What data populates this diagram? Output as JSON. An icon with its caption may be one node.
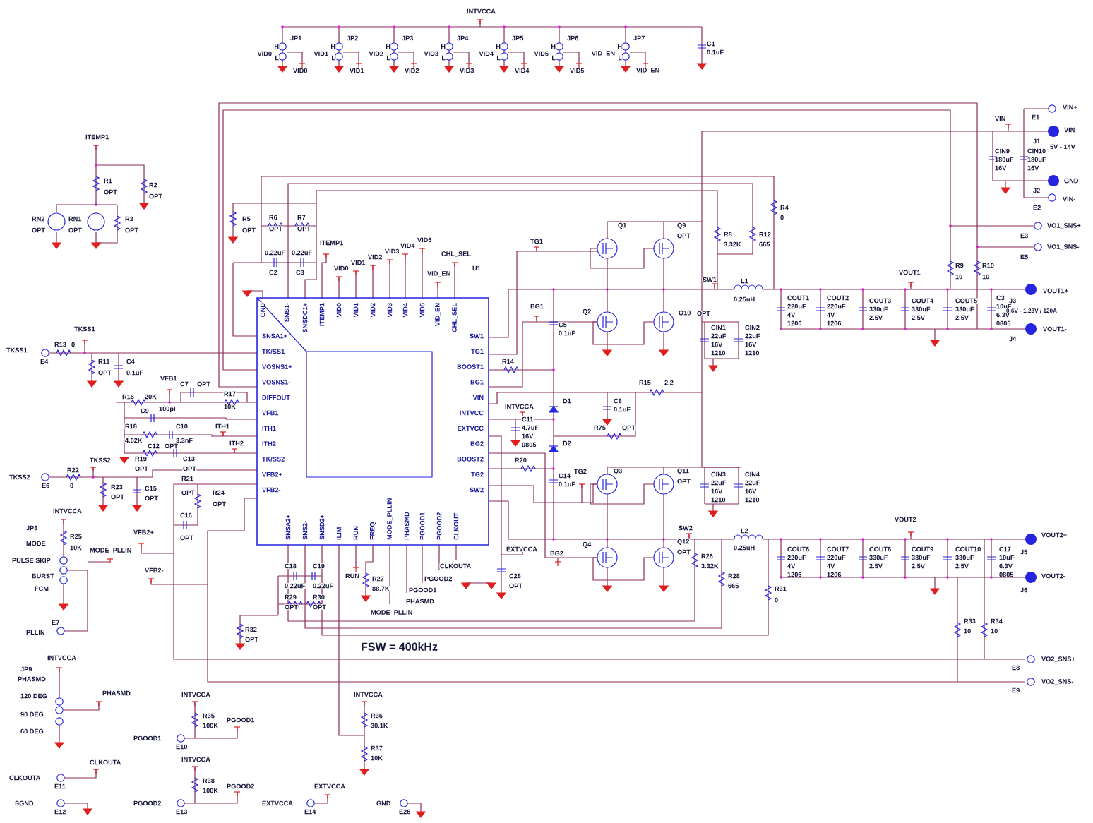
{
  "diagram": {
    "nodes": [
      {
        "text": [
          "SNSA1+",
          "TK/SS1",
          "VOSNS1+",
          "VOSNS1-",
          "DIFFOUT",
          "VFB1",
          "ITH1",
          "ITH2",
          "TK/SS2",
          "VFB2+",
          "VFB2-",
          "SW1",
          "TG1",
          "BOOST1",
          "BG1",
          "VIN",
          "INTVCC",
          "EXTVCC",
          "BG2",
          "BOOST2",
          "TG2",
          "SW2",
          "GND",
          "SNS1-",
          "SNSDC1+",
          "ITEMP1",
          "VID0",
          "VID1",
          "VID2",
          "VID3",
          "VID4",
          "VID5",
          "VID_EN",
          "CHL_SEL",
          "SNSA2+",
          "SNS2-",
          "SNSD2+",
          "ILIM",
          "RUN",
          "FREQ",
          "MODE_PLLIN",
          "PHASMD",
          "PGOOD1",
          "PGOOD2",
          "CLKOUT"
        ]
      }
    ],
    "labels": [
      "INTVCCA",
      "JP1",
      "VID0",
      "H",
      "L",
      "VID0",
      "JP2",
      "VID1",
      "H",
      "L",
      "VID1",
      "JP3",
      "VID2",
      "H",
      "L",
      "VID2",
      "JP4",
      "VID3",
      "H",
      "L",
      "VID3",
      "JP5",
      "VID4",
      "H",
      "L",
      "VID4",
      "JP6",
      "VID5",
      "H",
      "L",
      "VID5",
      "JP7",
      "VID_EN",
      "H",
      "L",
      "VID_EN",
      "C1",
      "0.1uF",
      "ITEMP1",
      "R1",
      "OPT",
      "R2",
      "OPT",
      "RN2",
      "OPT",
      "RN1",
      "OPT",
      "R3",
      "OPT",
      "R5",
      "OPT",
      "R6",
      "OPT",
      "R7",
      "OPT",
      "0.22uF",
      "C2",
      "0.22uF",
      "C3",
      "ITEMP1",
      "VID0",
      "VID1",
      "VID2",
      "VID3",
      "VID4",
      "VID5",
      "VID_EN",
      "CHL_SEL",
      "U1",
      "TKSS1",
      "TKSS1",
      "E4",
      "R13",
      "0",
      "R11",
      "OPT",
      "C4",
      "0.1uF",
      "VFB1",
      "R16",
      "20K",
      "C7",
      "OPT",
      "R17",
      "10K",
      "C9",
      "100pF",
      "R18",
      "4.02K",
      "C10",
      "3.3nF",
      "ITH1",
      "C12",
      "OPT",
      "ITH2",
      "R19",
      "OPT",
      "C13",
      "OPT",
      "TKSS2",
      "TKSS2",
      "E6",
      "R22",
      "0",
      "R23",
      "OPT",
      "C15",
      "OPT",
      "R21",
      "OPT",
      "R24",
      "OPT",
      "C16",
      "OPT",
      "VFB2+",
      "VFB2-",
      "INTVCCA",
      "JP8",
      "MODE",
      "R25",
      "10K",
      "PULSE SKIP",
      "BURST",
      "FCM",
      "MODE_PLLIN",
      "E7",
      "PLLIN",
      "INTVCCA",
      "JP9",
      "PHASMD",
      "120 DEG",
      "PHASMD",
      "90 DEG",
      "60 DEG",
      "CLKOUTA",
      "CLKOUTA",
      "E11",
      "SGND",
      "E12",
      "INTVCCA",
      "R35",
      "100K",
      "PGOOD1",
      "PGOOD1",
      "E10",
      "INTVCCA",
      "R38",
      "100K",
      "PGOOD2",
      "PGOOD2",
      "E13",
      "EXTVCCA",
      "EXTVCCA",
      "E14",
      "GND",
      "E26",
      "INTVCCA",
      "R36",
      "30.1K",
      "R37",
      "10K",
      "C18",
      "0.22uF",
      "C19",
      "0.22uF",
      "R29",
      "OPT",
      "R30",
      "OPT",
      "RUN",
      "R27",
      "88.7K",
      "PHASMD",
      "MODE_PLLIN",
      "PGOOD1",
      "PGOOD2",
      "CLKOUTA",
      "R32",
      "OPT",
      "FSW = 400kHz",
      "EXTVCCA",
      "C28",
      "OPT",
      "TG1",
      "BG1",
      "R14",
      "C5",
      "0.1uF",
      "INTVCCA",
      "D1",
      "C11",
      "4.7uF",
      "16V",
      "0805",
      "R15",
      "2.2",
      "C8",
      "0.1uF",
      "R75",
      "OPT",
      "R20",
      "D2",
      "C14",
      "0.1uF",
      "TG2",
      "BG2",
      "Q1",
      "Q9",
      "OPT",
      "Q2",
      "Q10",
      "OPT",
      "Q3",
      "Q11",
      "OPT",
      "Q4",
      "Q12",
      "OPT",
      "R8",
      "3.32K",
      "R12",
      "665",
      "R4",
      "0",
      "SW1",
      "L1",
      "0.25uH",
      "CIN1",
      "22uF",
      "16V",
      "1210",
      "CIN2",
      "22uF",
      "16V",
      "1210",
      "COUT1",
      "220uF",
      "4V",
      "1206",
      "COUT2",
      "220uF",
      "4V",
      "1206",
      "COUT3",
      "330uF",
      "2.5V",
      "COUT4",
      "330uF",
      "2.5V",
      "COUT5",
      "330uF",
      "2.5V",
      "C3",
      "10uF",
      "6.3V",
      "0805",
      "VOUT1",
      "R9",
      "10",
      "R10",
      "10",
      "VIN",
      "E1",
      "VIN+",
      "J1",
      "VIN",
      "5V - 14V",
      "CIN9",
      "180uF",
      "16V",
      "CIN10",
      "180uF",
      "16V",
      "GND",
      "J2",
      "VIN-",
      "E2",
      "E3",
      "VO1_SNS+",
      "E5",
      "VO1_SNS-",
      "J3",
      "VOUT1+",
      "0.6V - 1.23V / 120A",
      "J4",
      "VOUT1-",
      "CIN3",
      "22uF",
      "16V",
      "1210",
      "CIN4",
      "22uF",
      "16V",
      "1210",
      "SW2",
      "L2",
      "0.25uH",
      "R26",
      "3.32K",
      "R28",
      "665",
      "R31",
      "0",
      "COUT6",
      "220uF",
      "4V",
      "1206",
      "COUT7",
      "220uF",
      "4V",
      "1206",
      "COUT8",
      "330uF",
      "2.5V",
      "COUT9",
      "330uF",
      "2.5V",
      "COUT10",
      "330uF",
      "2.5V",
      "C17",
      "10uF",
      "6.3V",
      "0805",
      "VOUT2",
      "VOUT2+",
      "J5",
      "VOUT2-",
      "J6",
      "R33",
      "10",
      "R34",
      "10",
      "VO2_SNS+",
      "E8",
      "VO2_SNS-",
      "E9"
    ]
  }
}
